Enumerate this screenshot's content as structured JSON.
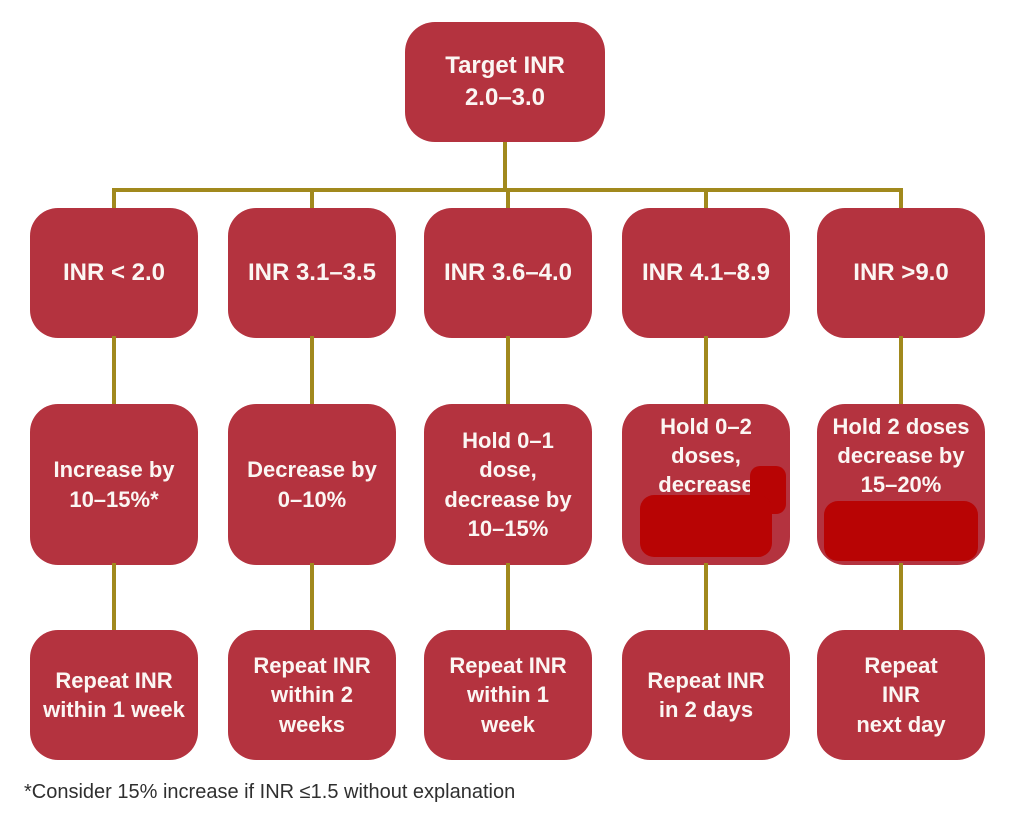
{
  "colors": {
    "background": "#ffffff",
    "box_red": "#b4333f",
    "redaction_red": "#b80404",
    "connector_olive": "#a1891d",
    "text_white": "#fbf6f3",
    "footnote_gray": "#2f2f2f"
  },
  "root_node": {
    "label": "Target INR\n2.0–3.0"
  },
  "columns": [
    {
      "condition": "INR < 2.0",
      "action": "Increase by\n10–15%*",
      "followup": "Repeat INR\nwithin 1 week"
    },
    {
      "condition": "INR 3.1–3.5",
      "action": "Decrease by\n0–10%",
      "followup": "Repeat INR\nwithin 2\nweeks"
    },
    {
      "condition": "INR 3.6–4.0",
      "action": "Hold 0–1\ndose,\ndecrease by\n10–15%",
      "followup": "Repeat INR\nwithin 1\nweek"
    },
    {
      "condition": "INR 4.1–8.9",
      "action": "Hold 0–2\ndoses, decrease\nby 10–15%",
      "followup": "Repeat INR\nin 2 days",
      "redacted": true
    },
    {
      "condition": "INR >9.0",
      "action": "Hold 2 doses\ndecrease by\n15–20%",
      "followup": "Repeat\nINR\nnext day",
      "redacted": true
    }
  ],
  "footnote": "*Consider 15% increase if INR ≤1.5 without explanation"
}
